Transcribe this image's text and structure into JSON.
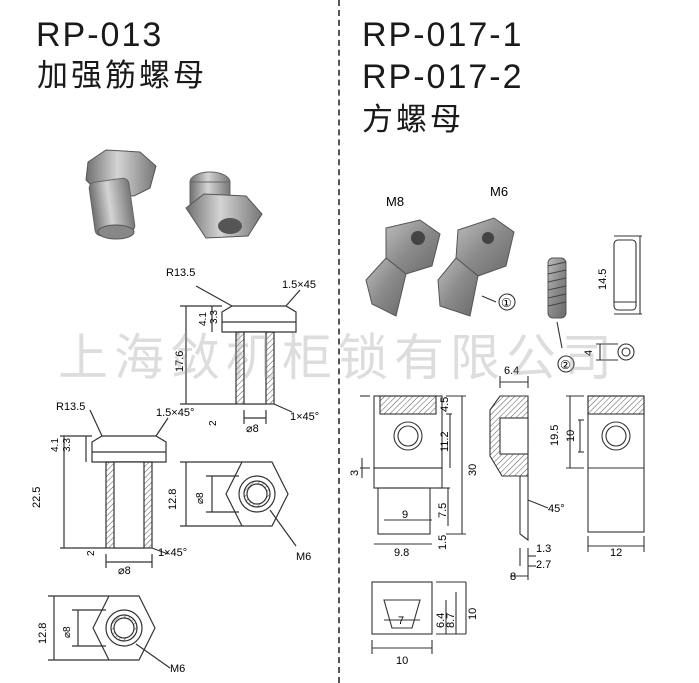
{
  "left_panel": {
    "code": "RP-013",
    "name": "加强筋螺母",
    "labels": {
      "r1": "R13.5",
      "chamfer1": "1.5×45",
      "d41a": "4.1",
      "d33a": "3.3",
      "d176": "17.6",
      "d2a": "2",
      "phi8a": "⌀8",
      "c145a": "1×45°",
      "r2": "R13.5",
      "chamfer2": "1.5×45°",
      "d41b": "4.1",
      "d33b": "3.3",
      "d225": "22.5",
      "d2b": "2",
      "phi8b": "⌀8",
      "c145b": "1×45°",
      "d128a": "12.8",
      "phi8c": "⌀8",
      "m6a": "M6",
      "d128b": "12.8",
      "phi8d": "⌀8",
      "m6b": "M6"
    }
  },
  "right_panel": {
    "code1": "RP-017-1",
    "code2": "RP-017-2",
    "name": "方螺母",
    "labels": {
      "m8": "M8",
      "m6": "M6",
      "c1": "①",
      "c2": "②",
      "d145": "14.5",
      "d4": "4",
      "d64": "6.4",
      "d45": "4.5",
      "d112": "11.2",
      "d30": "30",
      "d3": "3",
      "d9": "9",
      "d75": "7.5",
      "d15": "1.5",
      "d98": "9.8",
      "d195": "19.5",
      "d10a": "10",
      "d45deg": "45°",
      "d13": "1.3",
      "d27": "2.7",
      "d8": "8",
      "d12": "12",
      "d7": "7",
      "d64b": "6.4",
      "d87": "8.7",
      "d10b": "10",
      "d10c": "10"
    }
  },
  "watermark": "上海敛机柜锁有限公司",
  "colors": {
    "line": "#333333",
    "metal": "#9a9a9a",
    "hatch": "#555555"
  }
}
